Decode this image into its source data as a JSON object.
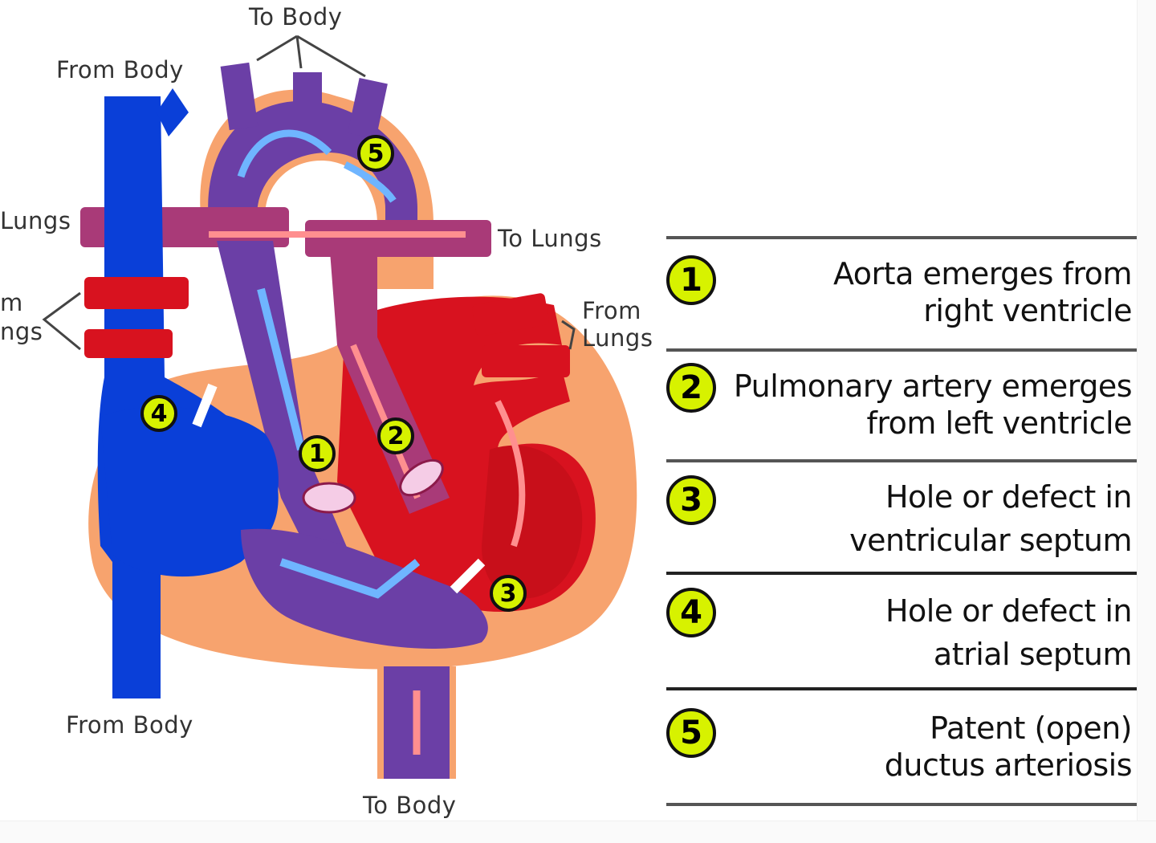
{
  "diagram": {
    "labels": {
      "to_body_top": "To Body",
      "from_body_top": "From Body",
      "lungs_left": "Lungs",
      "from_lungs_left_1": "m",
      "from_lungs_left_2": "ngs",
      "to_lungs_right": "To Lungs",
      "from_lungs_right_1": "From",
      "from_lungs_right_2": "Lungs",
      "from_body_bottom": "From Body",
      "to_body_bottom": "To Body"
    },
    "markers": [
      "1",
      "2",
      "3",
      "4",
      "5"
    ]
  },
  "key": {
    "items": [
      {
        "num": "1",
        "line1": "Aorta emerges from",
        "line2": "right ventricle"
      },
      {
        "num": "2",
        "line1": "Pulmonary artery emerges",
        "line2": "from left ventricle"
      },
      {
        "num": "3",
        "line1": "Hole or defect in",
        "line2": "ventricular septum"
      },
      {
        "num": "4",
        "line1": "Hole or defect in",
        "line2": "atrial septum"
      },
      {
        "num": "5",
        "line1": "Patent (open)",
        "line2": "ductus arteriosis"
      }
    ]
  },
  "colors": {
    "deoxygenated": "#0a3fd8",
    "mixed": "#6b3fa6",
    "oxygenated": "#d8121f",
    "tissue": "#f7a36e",
    "marker": "#d7f200"
  }
}
